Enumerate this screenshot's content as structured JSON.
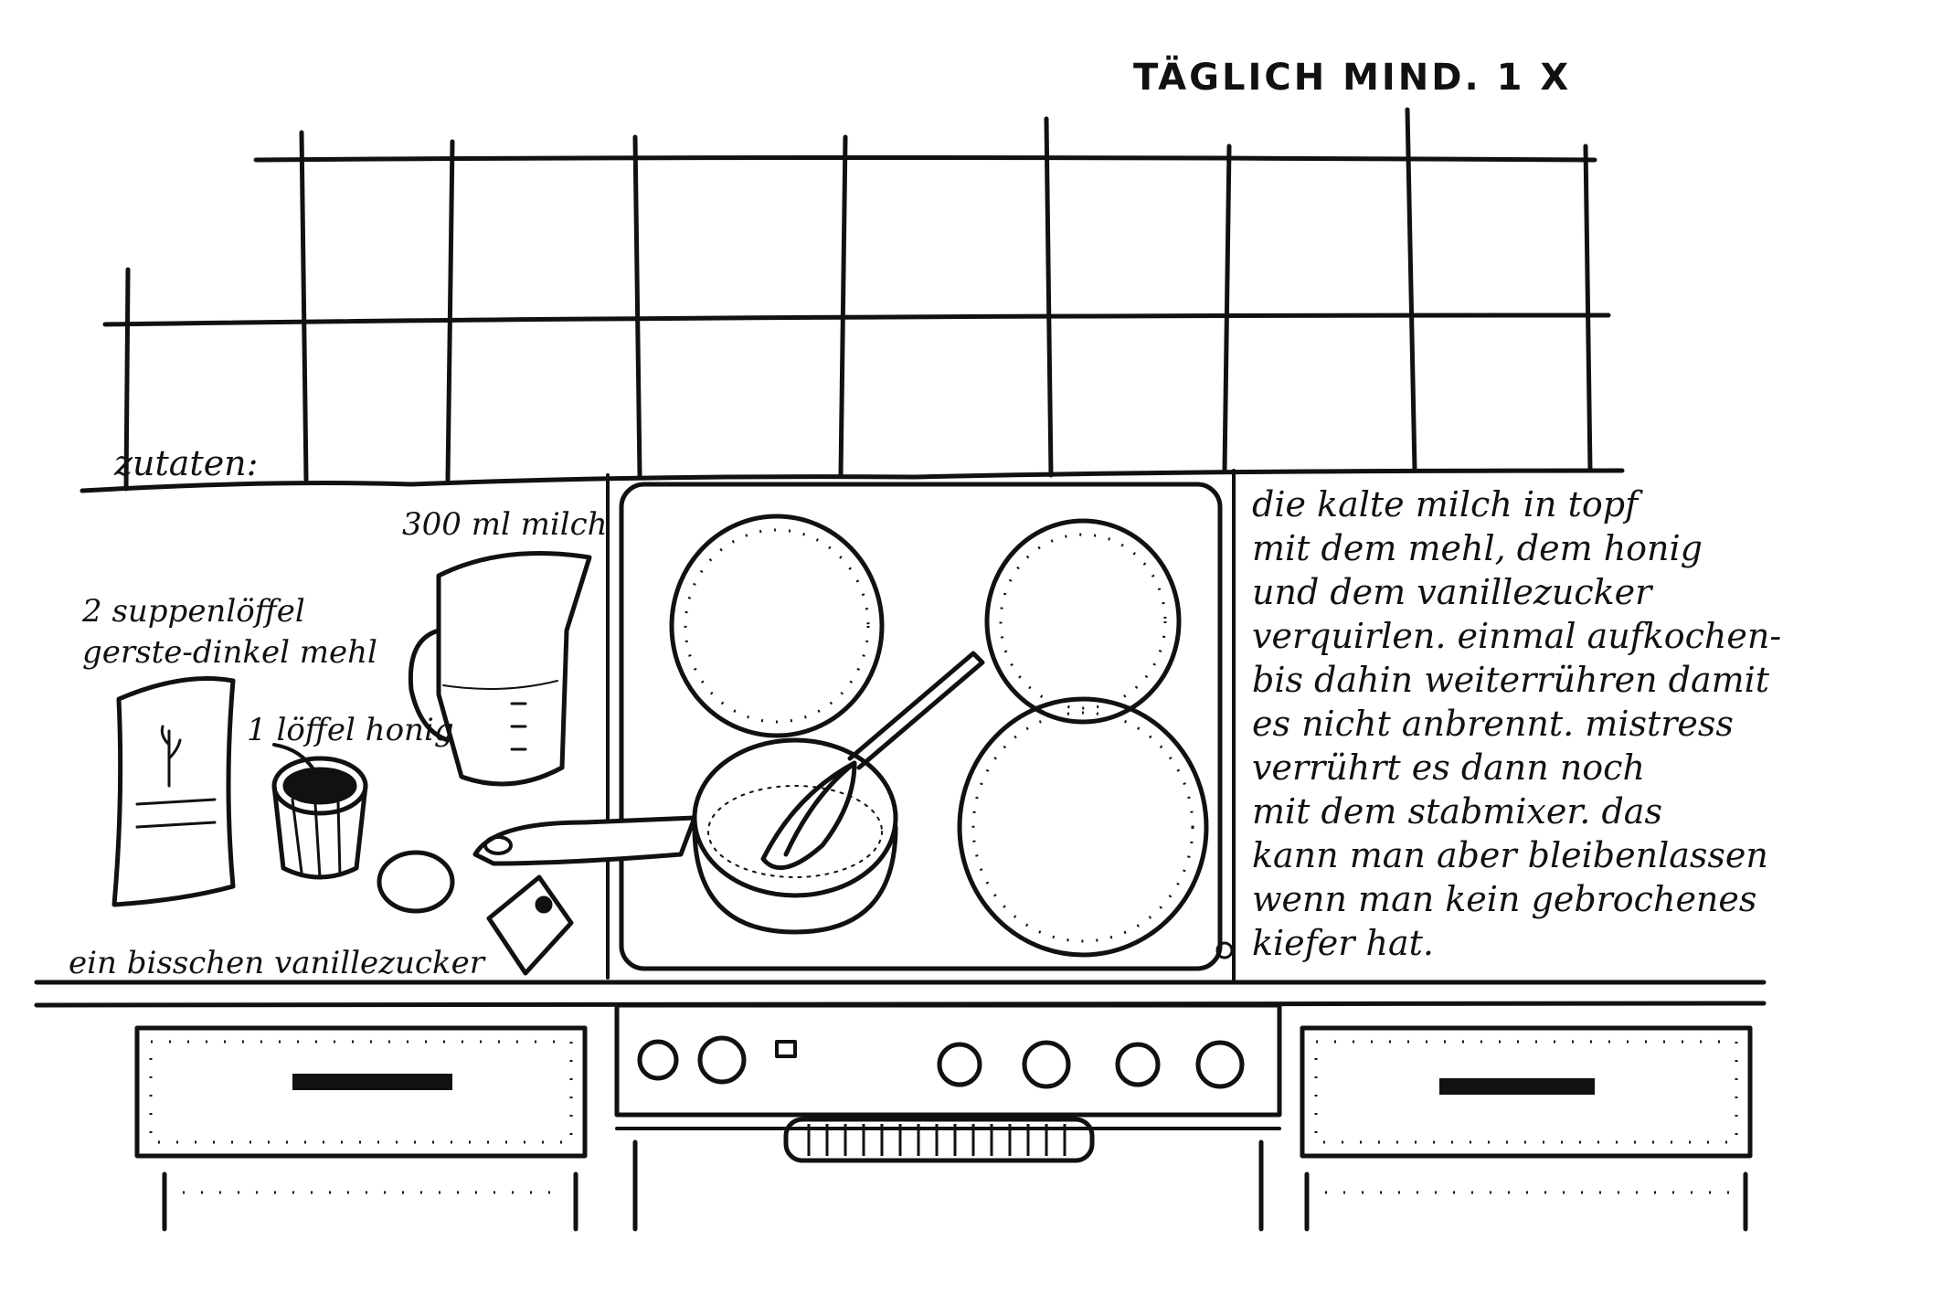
{
  "header": {
    "title": "TÄGLICH MIND. 1 X"
  },
  "ingredients": {
    "heading": "zutaten:",
    "milk": "300 ml milch",
    "flour_line1": "2 suppenlöffel",
    "flour_line2": "gerste-dinkel mehl",
    "honey": "1 löffel honig",
    "vanilla": "ein bisschen vanillezucker"
  },
  "instructions": {
    "lines": [
      "die kalte milch in topf",
      "mit dem mehl, dem honig",
      "und dem vanillezucker",
      "verquirlen. einmal aufkochen-",
      "bis dahin weiterrühren damit",
      "es nicht anbrennt. mistress",
      "verrührt es dann noch",
      "mit dem stabmixer. das",
      "kann man aber bleibenlassen",
      "wenn man kein gebrochenes",
      "kiefer hat."
    ]
  }
}
